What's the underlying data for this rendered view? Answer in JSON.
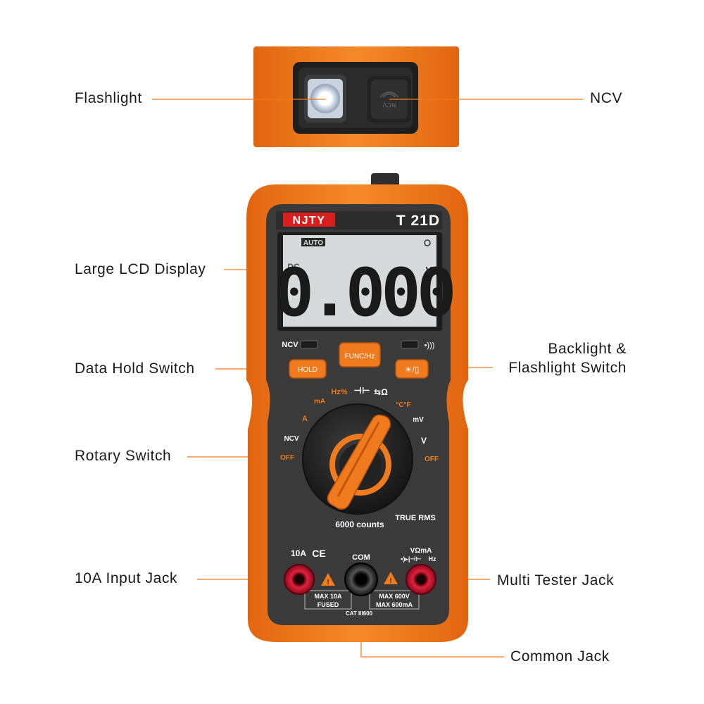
{
  "callouts": {
    "flashlight": "Flashlight",
    "ncv": "NCV",
    "lcd": "Large LCD Display",
    "data_hold": "Data Hold Switch",
    "backlight_line1": "Backlight &",
    "backlight_line2": "Flashlight Switch",
    "rotary": "Rotary Switch",
    "input_10a": "10A Input Jack",
    "multi_tester": "Multi Tester Jack",
    "common": "Common Jack"
  },
  "device": {
    "brand": "NJTY",
    "model": "T 21D",
    "lcd": {
      "reading": "0.000",
      "auto": "AUTO",
      "mode": "DC",
      "unit": "V"
    },
    "buttons": {
      "ncv_label": "NCV",
      "func": "FUNC/Hz",
      "hold": "HOLD"
    },
    "dial": {
      "hz": "Hz%",
      "ma": "mA",
      "a": "A",
      "ncv": "NCV",
      "off_left": "OFF",
      "off_right": "OFF",
      "temp": "°C°F",
      "mv": "mV",
      "v": "V",
      "counts": "6000 counts",
      "true_rms": "TRUE RMS"
    },
    "jacks": {
      "label_10a": "10A",
      "ce": "CE",
      "com": "COM",
      "vohm": "VΩmA",
      "diode_hz": "Hz",
      "max_10a": "MAX 10A",
      "fused": "FUSED",
      "max_600v": "MAX 600V",
      "max_600ma": "MAX 600mA",
      "cat": "CAT III600"
    }
  },
  "colors": {
    "orange": "#f07a1e",
    "dark_orange": "#d9600c",
    "body_dark": "#3a3a3a",
    "lcd_bg": "#d7dadb",
    "red_jack": "#c8102e",
    "brand_red": "#d81e1e"
  }
}
